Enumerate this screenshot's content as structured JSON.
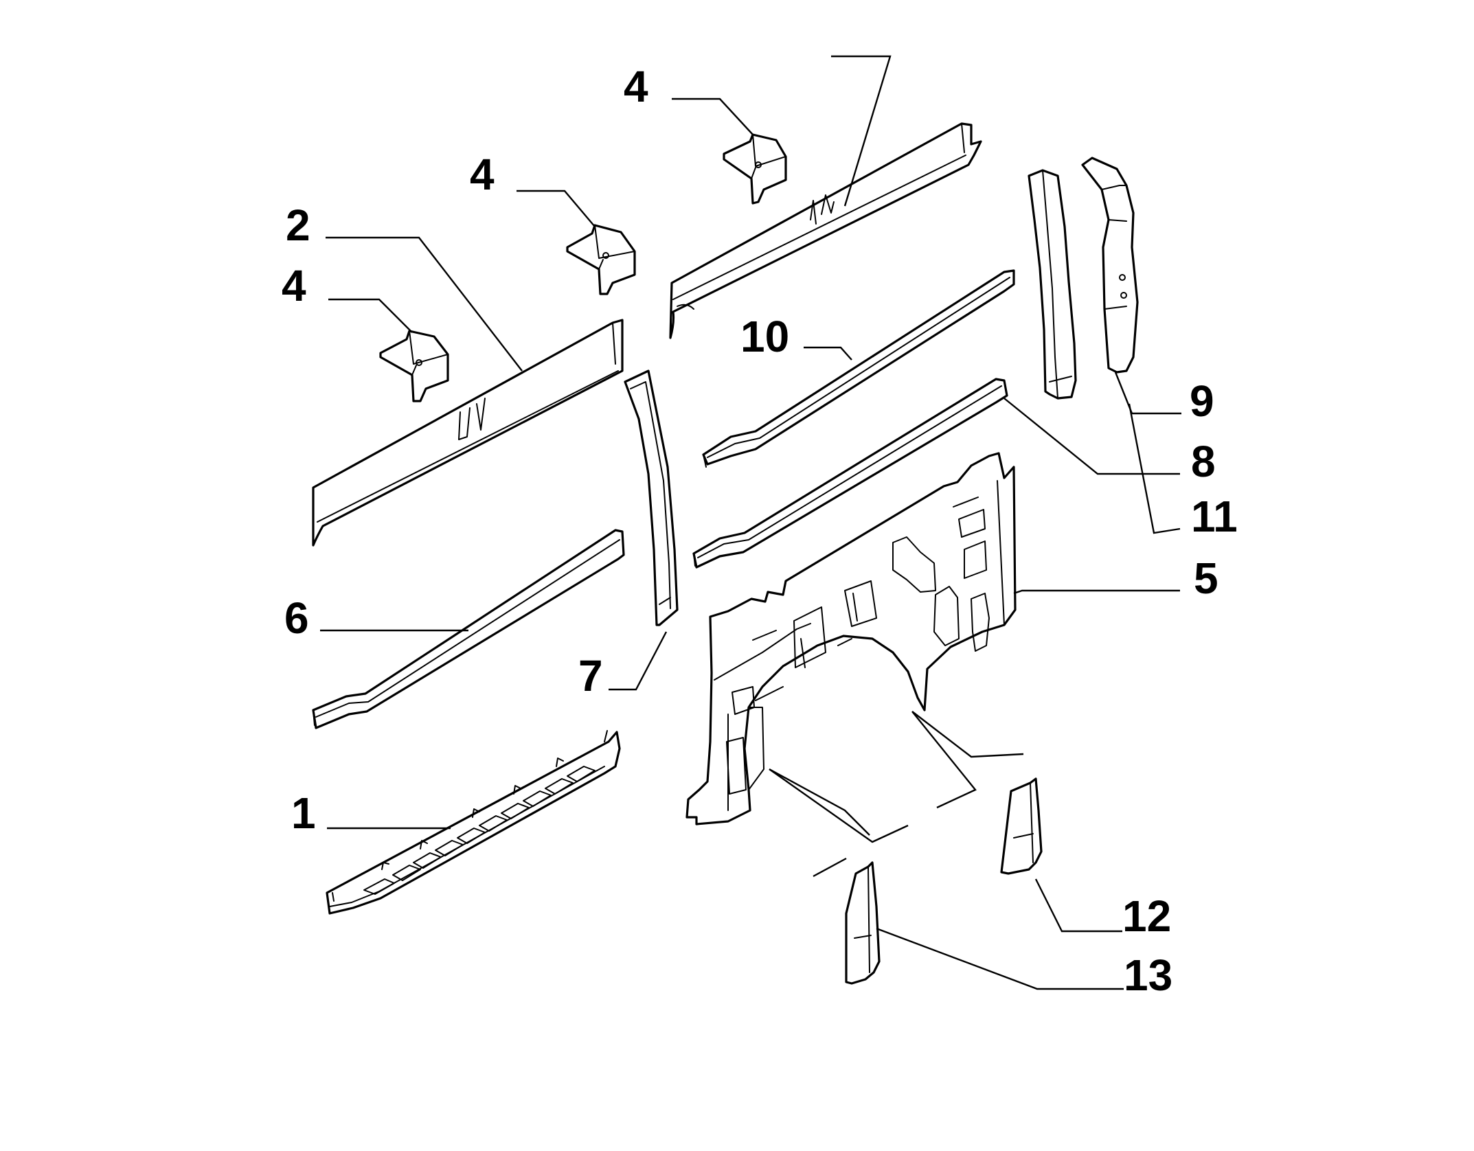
{
  "diagram": {
    "callouts": [
      {
        "id": "c1",
        "text": "1"
      },
      {
        "id": "c2",
        "text": "2"
      },
      {
        "id": "c4a",
        "text": "4"
      },
      {
        "id": "c4b",
        "text": "4"
      },
      {
        "id": "c4c",
        "text": "4"
      },
      {
        "id": "c5",
        "text": "5"
      },
      {
        "id": "c6",
        "text": "6"
      },
      {
        "id": "c7",
        "text": "7"
      },
      {
        "id": "c8",
        "text": "8"
      },
      {
        "id": "c9",
        "text": "9"
      },
      {
        "id": "c10",
        "text": "10"
      },
      {
        "id": "c11",
        "text": "11"
      },
      {
        "id": "c12",
        "text": "12"
      },
      {
        "id": "c13",
        "text": "13"
      }
    ]
  }
}
